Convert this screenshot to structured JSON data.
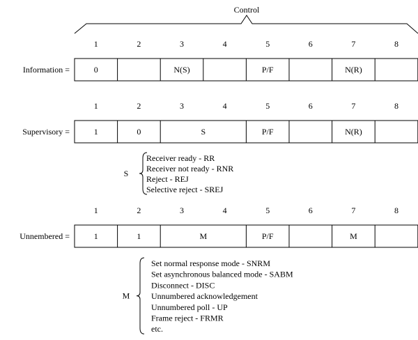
{
  "control_label": "Control",
  "bit_numbers": [
    "1",
    "2",
    "3",
    "4",
    "5",
    "6",
    "7",
    "8"
  ],
  "frames": [
    {
      "id": "information",
      "label": "Information  =",
      "cells": [
        {
          "text": "0",
          "span": 1
        },
        {
          "text": "",
          "span": 1
        },
        {
          "text": "N(S)",
          "span": 1
        },
        {
          "text": "",
          "span": 1
        },
        {
          "text": "P/F",
          "span": 1
        },
        {
          "text": "",
          "span": 1
        },
        {
          "text": "N(R)",
          "span": 1
        },
        {
          "text": "",
          "span": 1
        }
      ]
    },
    {
      "id": "supervisory",
      "label": "Supervisory  =",
      "cells": [
        {
          "text": "1",
          "span": 1
        },
        {
          "text": "0",
          "span": 1
        },
        {
          "text": "S",
          "span": 2
        },
        {
          "text": "P/F",
          "span": 1
        },
        {
          "text": "",
          "span": 1
        },
        {
          "text": "N(R)",
          "span": 1
        },
        {
          "text": "",
          "span": 1
        }
      ]
    },
    {
      "id": "unnumbered",
      "label": "Unnembered  =",
      "cells": [
        {
          "text": "1",
          "span": 1
        },
        {
          "text": "1",
          "span": 1
        },
        {
          "text": "M",
          "span": 2
        },
        {
          "text": "P/F",
          "span": 1
        },
        {
          "text": "",
          "span": 1
        },
        {
          "text": "M",
          "span": 1
        },
        {
          "text": "",
          "span": 1
        }
      ]
    }
  ],
  "legends": [
    {
      "id": "s",
      "symbol": "S",
      "items": [
        "Receiver ready - RR",
        "Receiver  not  ready  - RNR",
        "Reject  -  REJ",
        "Selective  reject  -  SREJ"
      ]
    },
    {
      "id": "m",
      "symbol": "M",
      "items": [
        "Set normal response mode - SNRM",
        "Set asynchronous balanced mode - SABM",
        "Disconnect - DISC",
        "Unnumbered acknowledgement",
        "Unnumbered poll - UP",
        "Frame reject - FRMR",
        "etc."
      ]
    }
  ]
}
